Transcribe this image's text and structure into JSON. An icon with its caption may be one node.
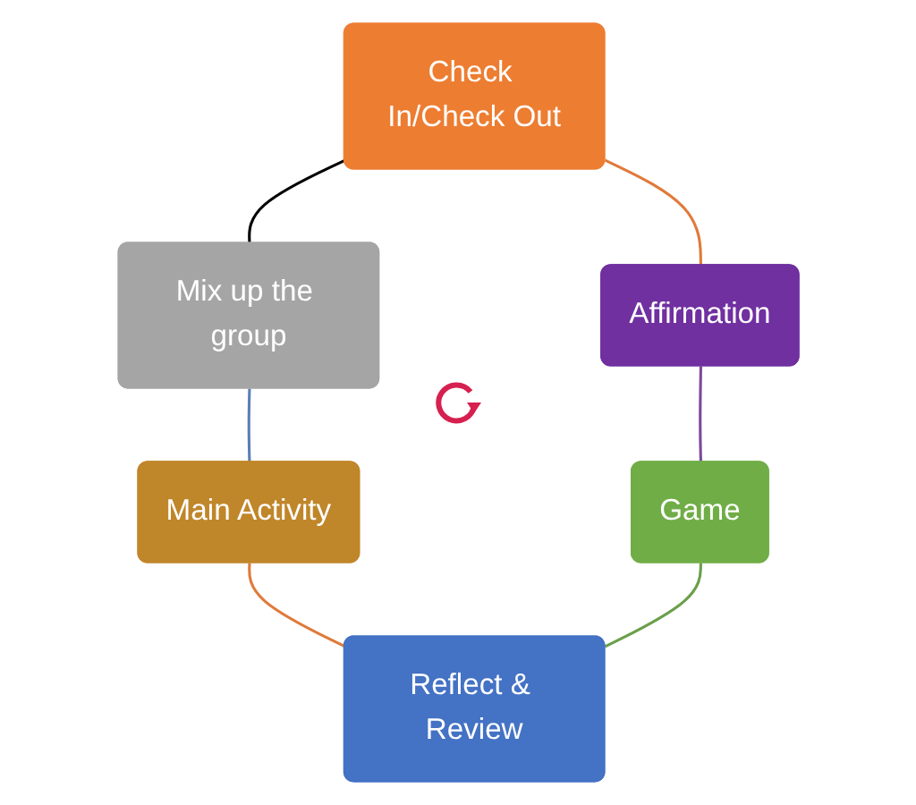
{
  "diagram": {
    "nodes": [
      {
        "text": [
          "Check In/Check Out"
        ]
      },
      {
        "text": [
          "Mix up the group"
        ]
      },
      {
        "text": [
          "Main Activity"
        ]
      },
      {
        "text": [
          "Reflect & Review"
        ]
      },
      {
        "text": [
          "Game"
        ]
      },
      {
        "text": [
          "Affirmation"
        ]
      }
    ],
    "edges": [
      {
        "from": 0,
        "to": 1,
        "arrow": "none",
        "color": "#000000"
      },
      {
        "from": 1,
        "to": 2,
        "arrow": "none",
        "color": "#5b7fb5"
      },
      {
        "from": 2,
        "to": 3,
        "arrow": "none",
        "color": "#e07a3a"
      },
      {
        "from": 3,
        "to": 4,
        "arrow": "none",
        "color": "#6a9f4a"
      },
      {
        "from": 4,
        "to": 5,
        "arrow": "none",
        "color": "#7a4a9a"
      },
      {
        "from": 5,
        "to": 0,
        "arrow": "none",
        "color": "#e07a3a"
      }
    ]
  }
}
